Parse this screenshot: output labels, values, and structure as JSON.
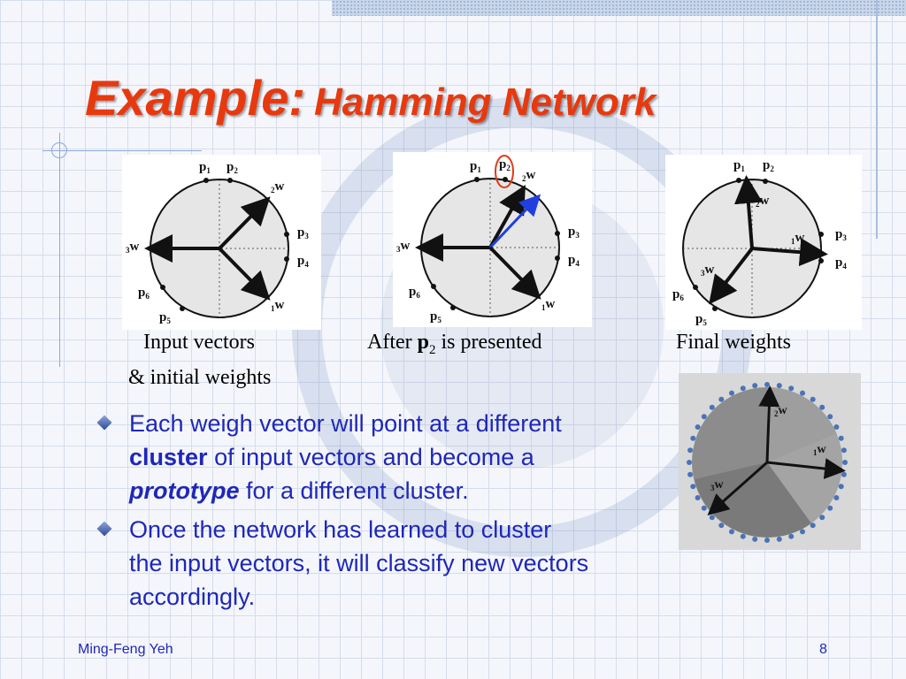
{
  "slide": {
    "title_part1": "Example:",
    "title_part2": "Hamming Network",
    "footer_author": "Ming-Feng Yeh",
    "page_number": "8"
  },
  "diagrams": [
    {
      "labels": {
        "p1": "p",
        "p1_sub": "1",
        "p2": "p",
        "p2_sub": "2",
        "p3": "p",
        "p3_sub": "3",
        "p4": "p",
        "p4_sub": "4",
        "p5": "p",
        "p5_sub": "5",
        "p6": "p",
        "p6_sub": "6",
        "w1_pre": "1",
        "w1": "w",
        "w2_pre": "2",
        "w2": "w",
        "w3_pre": "3",
        "w3": "w"
      }
    },
    {
      "labels": {
        "p1": "p",
        "p1_sub": "1",
        "p2": "p",
        "p2_sub": "2",
        "p3": "p",
        "p3_sub": "3",
        "p4": "p",
        "p4_sub": "4",
        "p5": "p",
        "p5_sub": "5",
        "p6": "p",
        "p6_sub": "6",
        "w1_pre": "1",
        "w1": "w",
        "w2_pre": "2",
        "w2": "w",
        "w3_pre": "3",
        "w3": "w"
      }
    },
    {
      "labels": {
        "p1": "p",
        "p1_sub": "1",
        "p2": "p",
        "p2_sub": "2",
        "p3": "p",
        "p3_sub": "3",
        "p4": "p",
        "p4_sub": "4",
        "p5": "p",
        "p5_sub": "5",
        "p6": "p",
        "p6_sub": "6",
        "w1_pre": "1",
        "w1": "w",
        "w2_pre": "2",
        "w2": "w",
        "w3_pre": "3",
        "w3": "w"
      }
    }
  ],
  "captions": {
    "c1_line1": "Input vectors",
    "c1_line2": "& initial weights",
    "c2_pre": "After",
    "c2_bold": "p",
    "c2_sub": "2",
    "c2_post": "is presented",
    "c3": "Final weights"
  },
  "bullets": [
    {
      "text1": "Each weigh vector will point at a different",
      "bold": "cluster",
      "text2": "of input vectors and become a",
      "bold_italic": "prototype",
      "text3": "for a different cluster."
    },
    {
      "line1": "Once the network has learned to cluster",
      "line2": "the input vectors, it will classify new vectors",
      "line3": "accordingly."
    }
  ],
  "cluster_image": {
    "w1_pre": "1",
    "w1": "w",
    "w2_pre": "2",
    "w2": "w",
    "w3_pre": "3",
    "w3": "w"
  },
  "colors": {
    "title": "#e8390e",
    "body_text": "#1f27b8",
    "highlight_circle": "#e03a1a",
    "new_weight_arrow": "#1f3fe0"
  }
}
